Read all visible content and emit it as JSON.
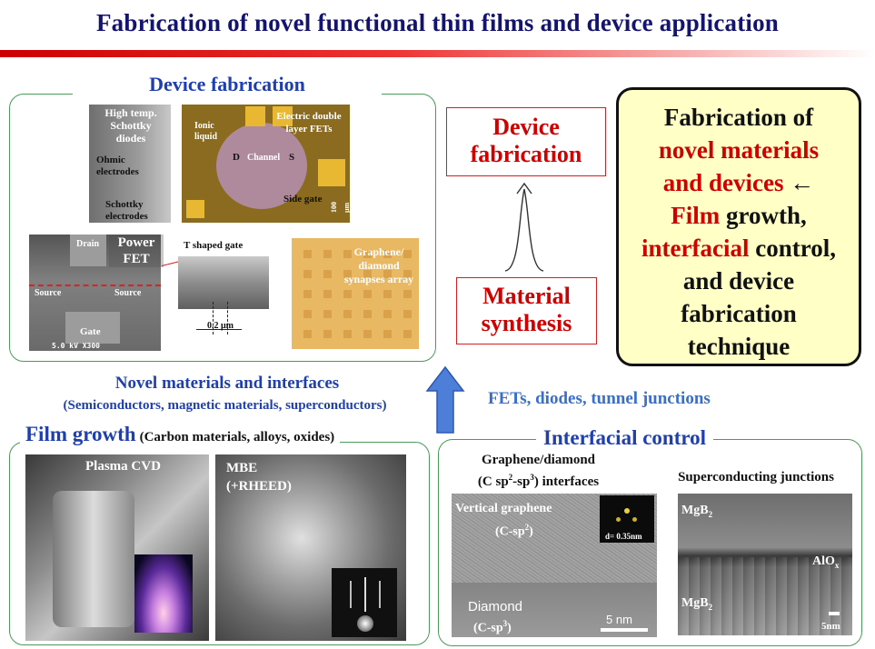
{
  "title": "Fabrication of novel functional thin films and device application",
  "device_fabrication": {
    "header": "Device fabrication",
    "img1": {
      "label_a": "High temp. Schottky diodes",
      "label_b": "Ohmic electrodes",
      "label_c": "Schottky electrodes"
    },
    "img2": {
      "label_ionic": "Ionic liquid",
      "label_edl": "Electric double layer FETs",
      "label_d": "D",
      "label_channel": "Channel",
      "label_s": "S",
      "label_side_gate": "Side gate",
      "label_scale": "100 μm"
    },
    "img3": {
      "label_drain": "Drain",
      "label_source_l": "Source",
      "label_source_r": "Source",
      "label_gate": "Gate",
      "label_power": "Power FET",
      "label_sem": "5.0 kV  X300"
    },
    "img4": {
      "label_tgate": "T shaped  gate",
      "label_scale": "0.2 μm"
    },
    "img5": {
      "label": "Graphene/ diamond synapses array"
    }
  },
  "center": {
    "device_box": "Device fabrication",
    "material_box": "Material synthesis"
  },
  "summary": {
    "line1": "Fabrication of",
    "line2": "novel materials",
    "line3a": "and devices",
    "line3b": " ←",
    "line4a": "Film",
    "line4b": " growth,",
    "line5a": "interfacial",
    "line5b": " control,",
    "line6": "and device",
    "line7": "fabrication",
    "line8": "technique"
  },
  "novel": {
    "line1": "Novel materials and interfaces",
    "line2": "(Semiconductors, magnetic materials, superconductors)"
  },
  "fets_text": "FETs, diodes, tunnel junctions",
  "film_growth": {
    "header": "Film growth",
    "sub": "(Carbon materials, alloys, oxides)",
    "plasma": "Plasma CVD",
    "mbe1": "MBE",
    "mbe2": "(+RHEED)"
  },
  "interfacial": {
    "header": "Interfacial control",
    "graphene_title_1": "Graphene/diamond",
    "graphene_title_2a": "(C sp",
    "graphene_title_2b": "2",
    "graphene_title_2c": "-sp",
    "graphene_title_2d": "3",
    "graphene_title_2e": ") interfaces",
    "vert1": "Vertical graphene",
    "vert2a": "(C-sp",
    "vert2b": "2",
    "vert2c": ")",
    "dspace": "d= 0.35nm",
    "diamond1": "Diamond",
    "diamond2a": "(C-sp",
    "diamond2b": "3",
    "diamond2c": ")",
    "scale1": "5 nm",
    "super_title": "Superconducting junctions",
    "mgb_top_a": "MgB",
    "mgb_top_b": "2",
    "alox_a": "AlO",
    "alox_b": "x",
    "mgb_bot_a": "MgB",
    "mgb_bot_b": "2",
    "scale2": "5nm"
  }
}
